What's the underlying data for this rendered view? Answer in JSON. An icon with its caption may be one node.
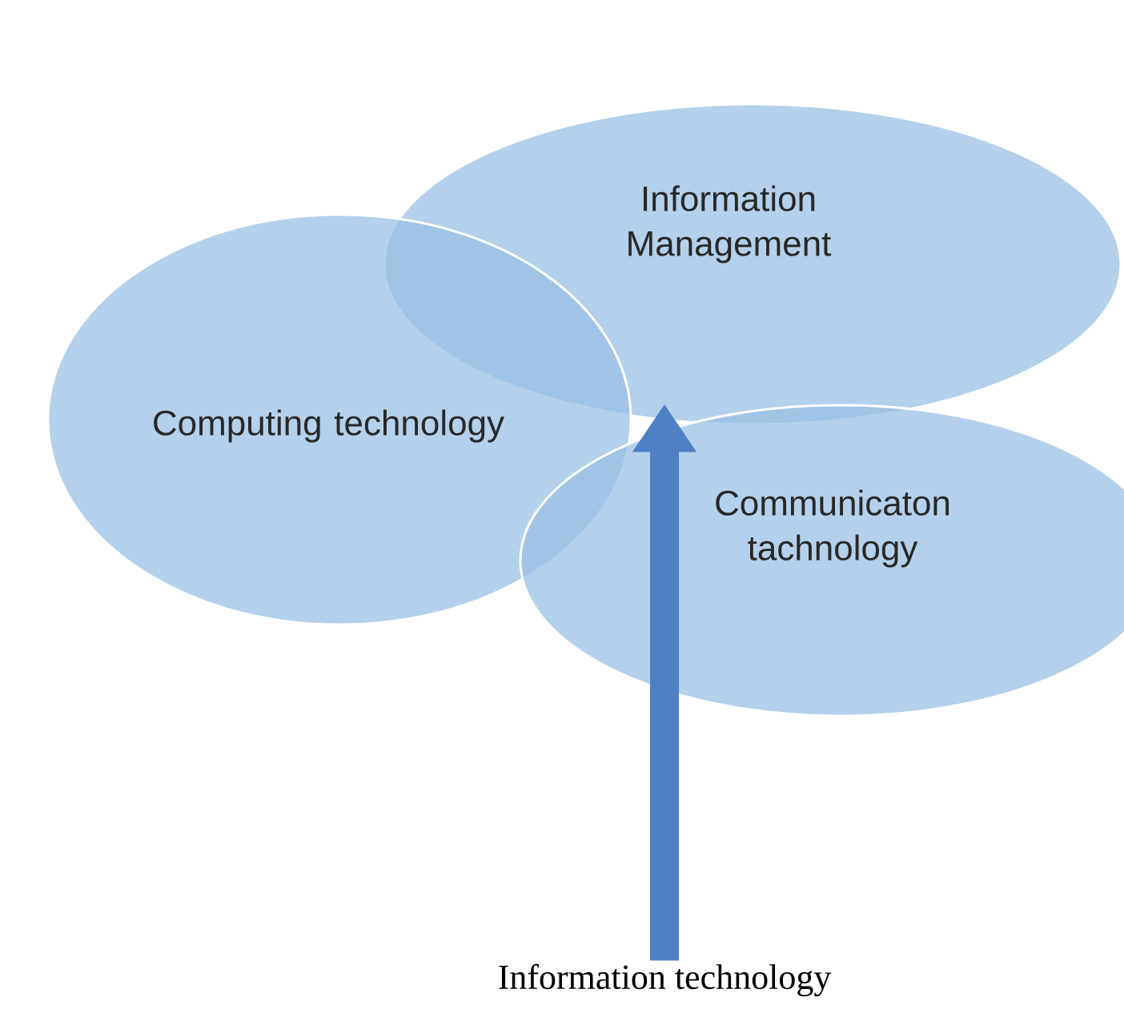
{
  "diagram": {
    "nodes": [
      {
        "text": [
          "Information Management"
        ]
      },
      {
        "text": [
          "Computing technology"
        ]
      },
      {
        "text": [
          "Communicaton tachnology"
        ]
      },
      {
        "text": [
          "Information technology"
        ]
      }
    ],
    "edges": [
      {
        "from": 3,
        "to": 2,
        "arrow": "to"
      }
    ]
  }
}
